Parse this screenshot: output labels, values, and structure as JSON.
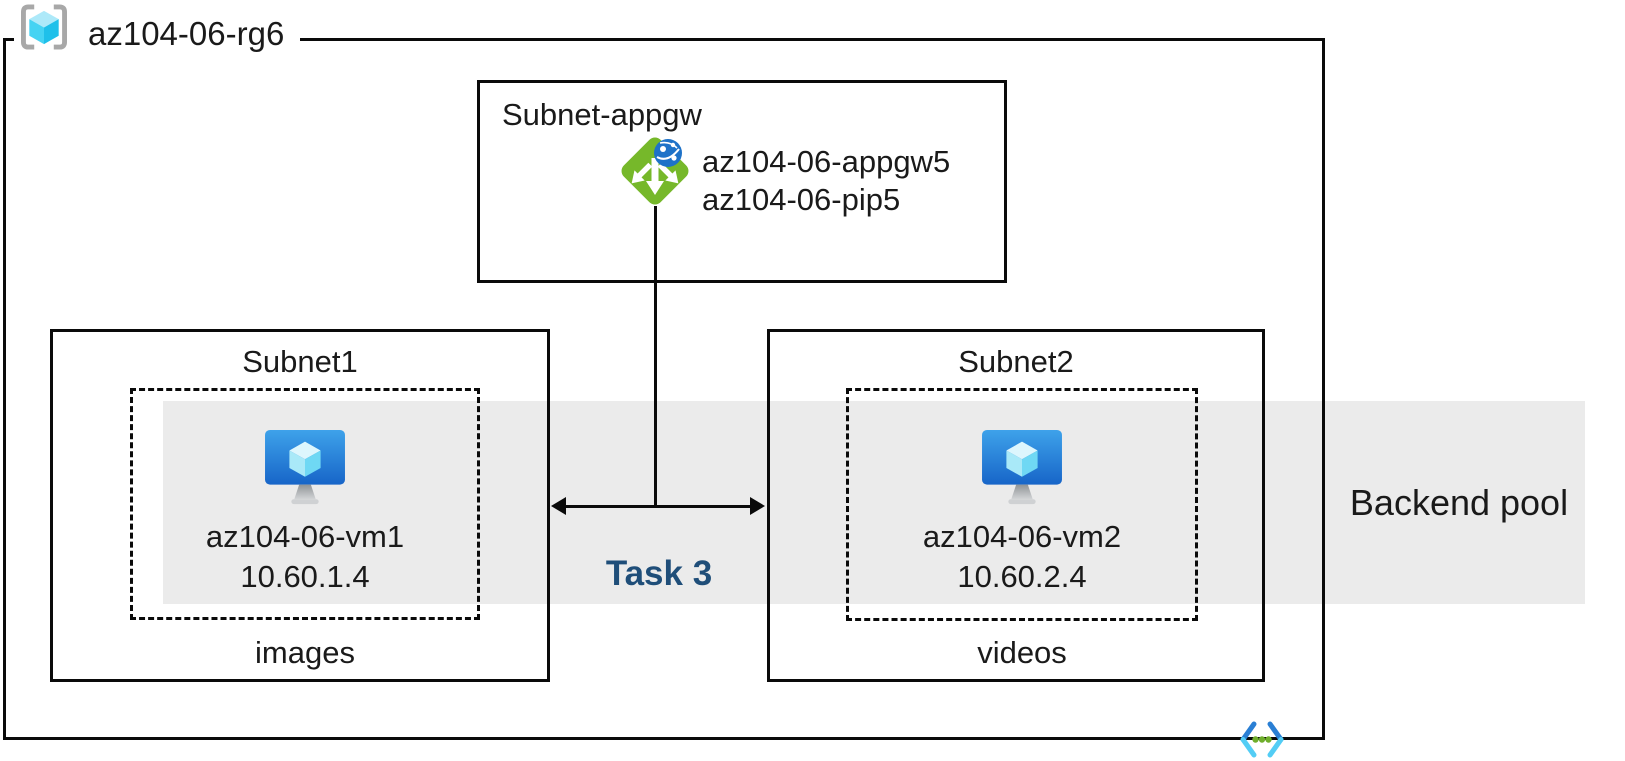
{
  "diagram": {
    "resource_group": {
      "label": "az104-06-rg6",
      "icon": "resource-group-icon"
    },
    "appgw_subnet": {
      "title": "Subnet-appgw",
      "gateway_name": "az104-06-appgw5",
      "public_ip_name": "az104-06-pip5",
      "icon": "application-gateway-icon"
    },
    "subnet1": {
      "title": "Subnet1",
      "vm_name": "az104-06-vm1",
      "vm_ip": "10.60.1.4",
      "caption": "images",
      "icon": "virtual-machine-icon"
    },
    "subnet2": {
      "title": "Subnet2",
      "vm_name": "az104-06-vm2",
      "vm_ip": "10.60.2.4",
      "caption": "videos",
      "icon": "virtual-machine-icon"
    },
    "backend_pool": {
      "label": "Backend pool"
    },
    "task": {
      "label": "Task 3"
    },
    "footer_icon": "virtual-network-icon",
    "colors": {
      "band": "#ebebeb",
      "task_text": "#1f4e79",
      "gateway_green": "#76b82a",
      "vm_blue": "#1b6ec8",
      "cube_cyan": "#4fd4f2",
      "bracket_gray": "#a8a8a8",
      "line_black": "#0a0a0a"
    }
  }
}
